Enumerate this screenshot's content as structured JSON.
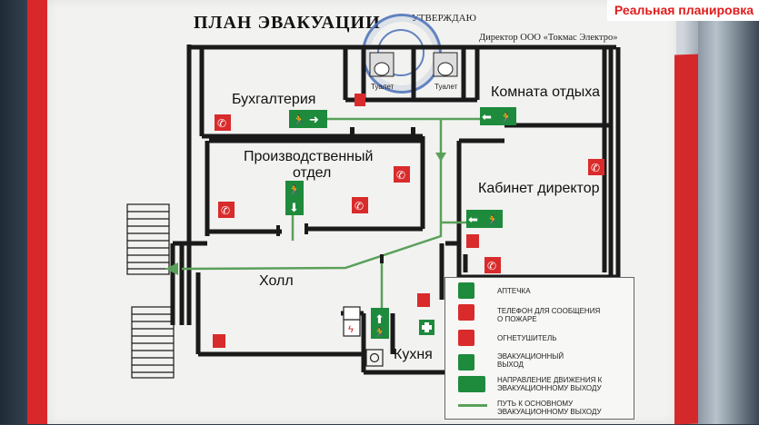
{
  "corner_label": "Реальная планировка",
  "header": {
    "title": "ПЛАН ЭВАКУАЦИИ",
    "approve": "УТВЕРЖДАЮ",
    "director": "Директор ООО «Токмас Электро»"
  },
  "rooms": {
    "accounting": "Бухгалтерия",
    "rest_room": "Комната отдыха",
    "production_line1": "Производственный",
    "production_line2": "отдел",
    "director_office": "Кабинет директор",
    "hall": "Холл",
    "kitchen": "Кухня",
    "toilet1": "Туалет",
    "toilet2": "Туалет"
  },
  "legend": {
    "items": [
      {
        "icon": "first-aid-icon",
        "label": "АПТЕЧКА"
      },
      {
        "icon": "fire-phone-icon",
        "label": "ТЕЛЕФОН ДЛЯ СООБЩЕНИЯ О ПОЖАРЕ"
      },
      {
        "icon": "fire-extinguisher-icon",
        "label": "ОГНЕТУШИТЕЛЬ"
      },
      {
        "icon": "emergency-exit-icon",
        "label": "ЭВАКУАЦИОННЫЙ ВЫХОД"
      },
      {
        "icon": "exit-direction-icon",
        "label": "НАПРАВЛЕНИЕ ДВИЖЕНИЯ К ЭВАКУАЦИОННОМУ ВЫХОДУ"
      },
      {
        "icon": "main-route-line-icon",
        "label": "ПУТЬ К ОСНОВНОМУ ЭВАКУАЦИОННОМУ ВЫХОДУ"
      }
    ]
  },
  "colors": {
    "frame_red": "#d9282a",
    "route_green": "#5aa05a",
    "sign_green": "#1e8a3c",
    "sign_red": "#d92b2b",
    "wall": "#1a1a1a"
  }
}
